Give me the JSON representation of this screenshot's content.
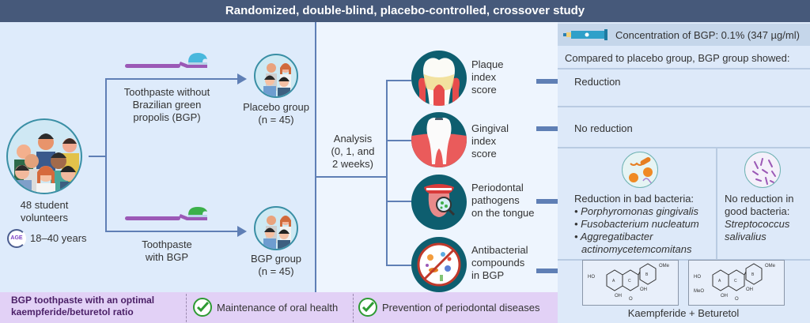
{
  "header": {
    "title": "Randomized, double-blind, placebo-controlled, crossover study"
  },
  "participants": {
    "label_line1": "48 student",
    "label_line2": "volunteers",
    "age_badge": "AGE",
    "age_range": "18–40 years",
    "icon": "group-of-people-icon"
  },
  "arms": [
    {
      "treatment_lines": [
        "Toothpaste without",
        "Brazilian green",
        "propolis (BGP)"
      ],
      "group_name": "Placebo group",
      "group_n": "(n = 45)",
      "paste_color": "#49b8dd"
    },
    {
      "treatment_lines": [
        "Toothpaste",
        "with BGP"
      ],
      "group_name": "BGP group",
      "group_n": "(n = 45)",
      "paste_color": "#3bb04a"
    }
  ],
  "analysis": {
    "lines": [
      "Analysis",
      "(0, 1, and",
      "2 weeks)"
    ],
    "outcomes": [
      {
        "lines": [
          "Plaque",
          "index",
          "score"
        ],
        "icon": "plaque-tooth-icon"
      },
      {
        "lines": [
          "Gingival",
          "index",
          "score"
        ],
        "icon": "gingival-tooth-icon"
      },
      {
        "lines": [
          "Periodontal",
          "pathogens",
          "on the tongue"
        ],
        "icon": "tongue-magnifier-icon"
      },
      {
        "lines": [
          "Antibacterial",
          "compounds",
          "in BGP"
        ],
        "icon": "no-bacteria-icon"
      }
    ]
  },
  "results": {
    "concentration": "Concentration of BGP: 0.1% (347 µg/ml)",
    "comparison_heading": "Compared to placebo group, BGP group showed:",
    "plaque_result": "Reduction",
    "gingival_result": "No reduction",
    "bad_bacteria": {
      "heading": "Reduction in bad bacteria:",
      "items": [
        "Porphyromonas gingivalis",
        "Fusobacterium nucleatum",
        "Aggregatibacter",
        "actinomycetemcomitans"
      ]
    },
    "good_bacteria": {
      "lines": [
        "No reduction in",
        "good bacteria:"
      ],
      "species_lines": [
        "Streptococcus",
        "salivalius"
      ]
    },
    "compounds_caption": "Kaempferide + Beturetol"
  },
  "footer": {
    "lead_line1": "BGP toothpaste with an optimal",
    "lead_line2": "kaempferide/beturetol ratio",
    "benefits": [
      "Maintenance of oral health",
      "Prevention of periodontal diseases"
    ]
  },
  "colors": {
    "header_bg": "#46597a",
    "line": "#5f7fb5",
    "footer_bg": "#e2d1f6",
    "check": "#2e9b33",
    "icon_ring": "#0e5e6f"
  }
}
